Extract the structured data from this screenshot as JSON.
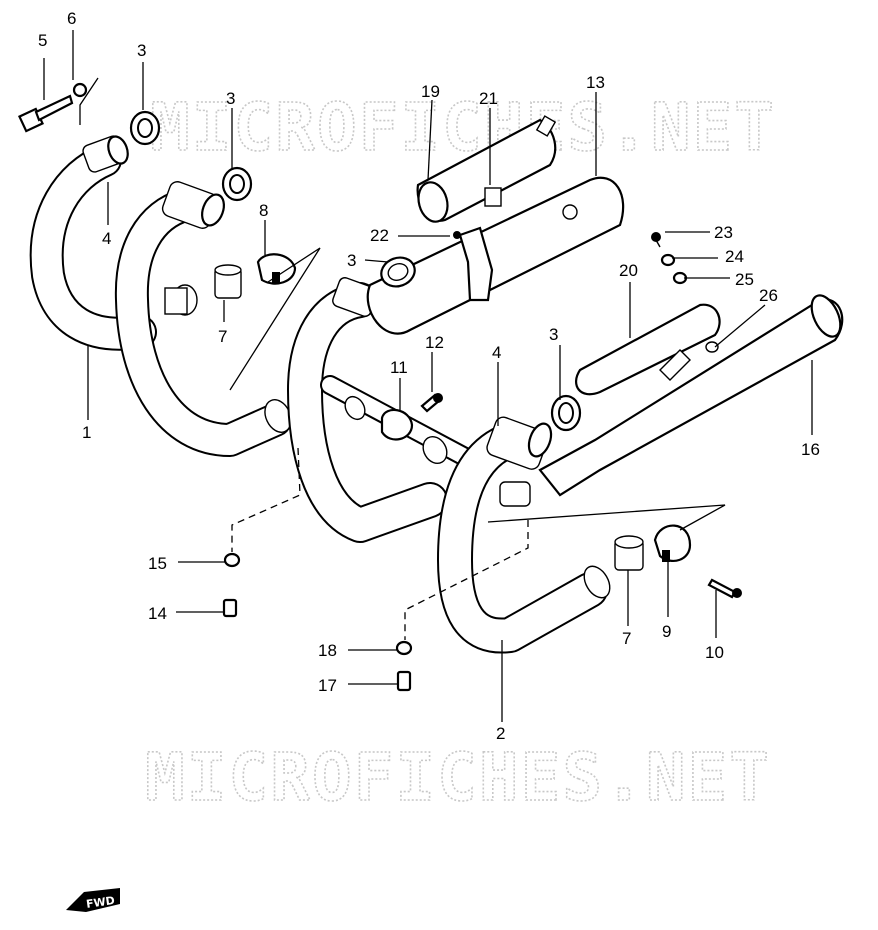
{
  "watermarks": [
    "MICROFICHES.NET",
    "MICROFICHES.NET"
  ],
  "direction_badge": {
    "label": "FWD",
    "icon": "forward-arrow-icon"
  },
  "part_labels": [
    "5",
    "6",
    "3",
    "3",
    "19",
    "21",
    "13",
    "4",
    "8",
    "22",
    "3",
    "23",
    "24",
    "25",
    "26",
    "7",
    "20",
    "1",
    "12",
    "11",
    "4",
    "3",
    "16",
    "15",
    "14",
    "7",
    "9",
    "10",
    "18",
    "17",
    "2"
  ]
}
